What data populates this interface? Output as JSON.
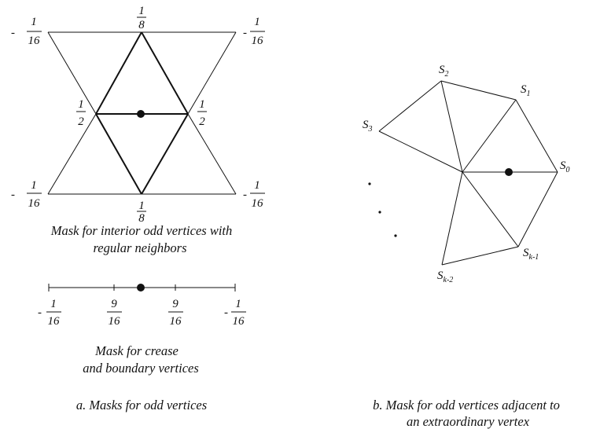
{
  "mask_interior": {
    "top": {
      "sign": "",
      "num": "1",
      "den": "8"
    },
    "bottom": {
      "sign": "",
      "num": "1",
      "den": "8"
    },
    "top_left": {
      "sign": "-",
      "num": "1",
      "den": "16"
    },
    "top_right": {
      "sign": "-",
      "num": "1",
      "den": "16"
    },
    "bottom_left": {
      "sign": "-",
      "num": "1",
      "den": "16"
    },
    "bottom_right": {
      "sign": "-",
      "num": "1",
      "den": "16"
    },
    "mid_left": {
      "sign": "",
      "num": "1",
      "den": "2"
    },
    "mid_right": {
      "sign": "",
      "num": "1",
      "den": "2"
    },
    "caption_line1": "Mask for interior odd vertices with",
    "caption_line2": "regular neighbors"
  },
  "mask_crease": {
    "w1": {
      "sign": "-",
      "num": "1",
      "den": "16"
    },
    "w2": {
      "sign": "",
      "num": "9",
      "den": "16"
    },
    "w3": {
      "sign": "",
      "num": "9",
      "den": "16"
    },
    "w4": {
      "sign": "-",
      "num": "1",
      "den": "16"
    },
    "caption_line1": "Mask for  crease",
    "caption_line2": "and boundary vertices"
  },
  "panel_a_caption": "a. Masks  for odd  vertices",
  "panel_b": {
    "vertices": {
      "s2": {
        "base": "S",
        "sub": "2"
      },
      "s1": {
        "base": "S",
        "sub": "1"
      },
      "s3": {
        "base": "S",
        "sub": "3"
      },
      "s0": {
        "base": "S",
        "sub": "0"
      },
      "sk1": {
        "base": "S",
        "sub": "k-1"
      },
      "sk2": {
        "base": "S",
        "sub": "k-2"
      }
    },
    "caption_line1": "b.  Mask for  odd vertices adjacent to",
    "caption_line2": "an extraordinary vertex"
  }
}
